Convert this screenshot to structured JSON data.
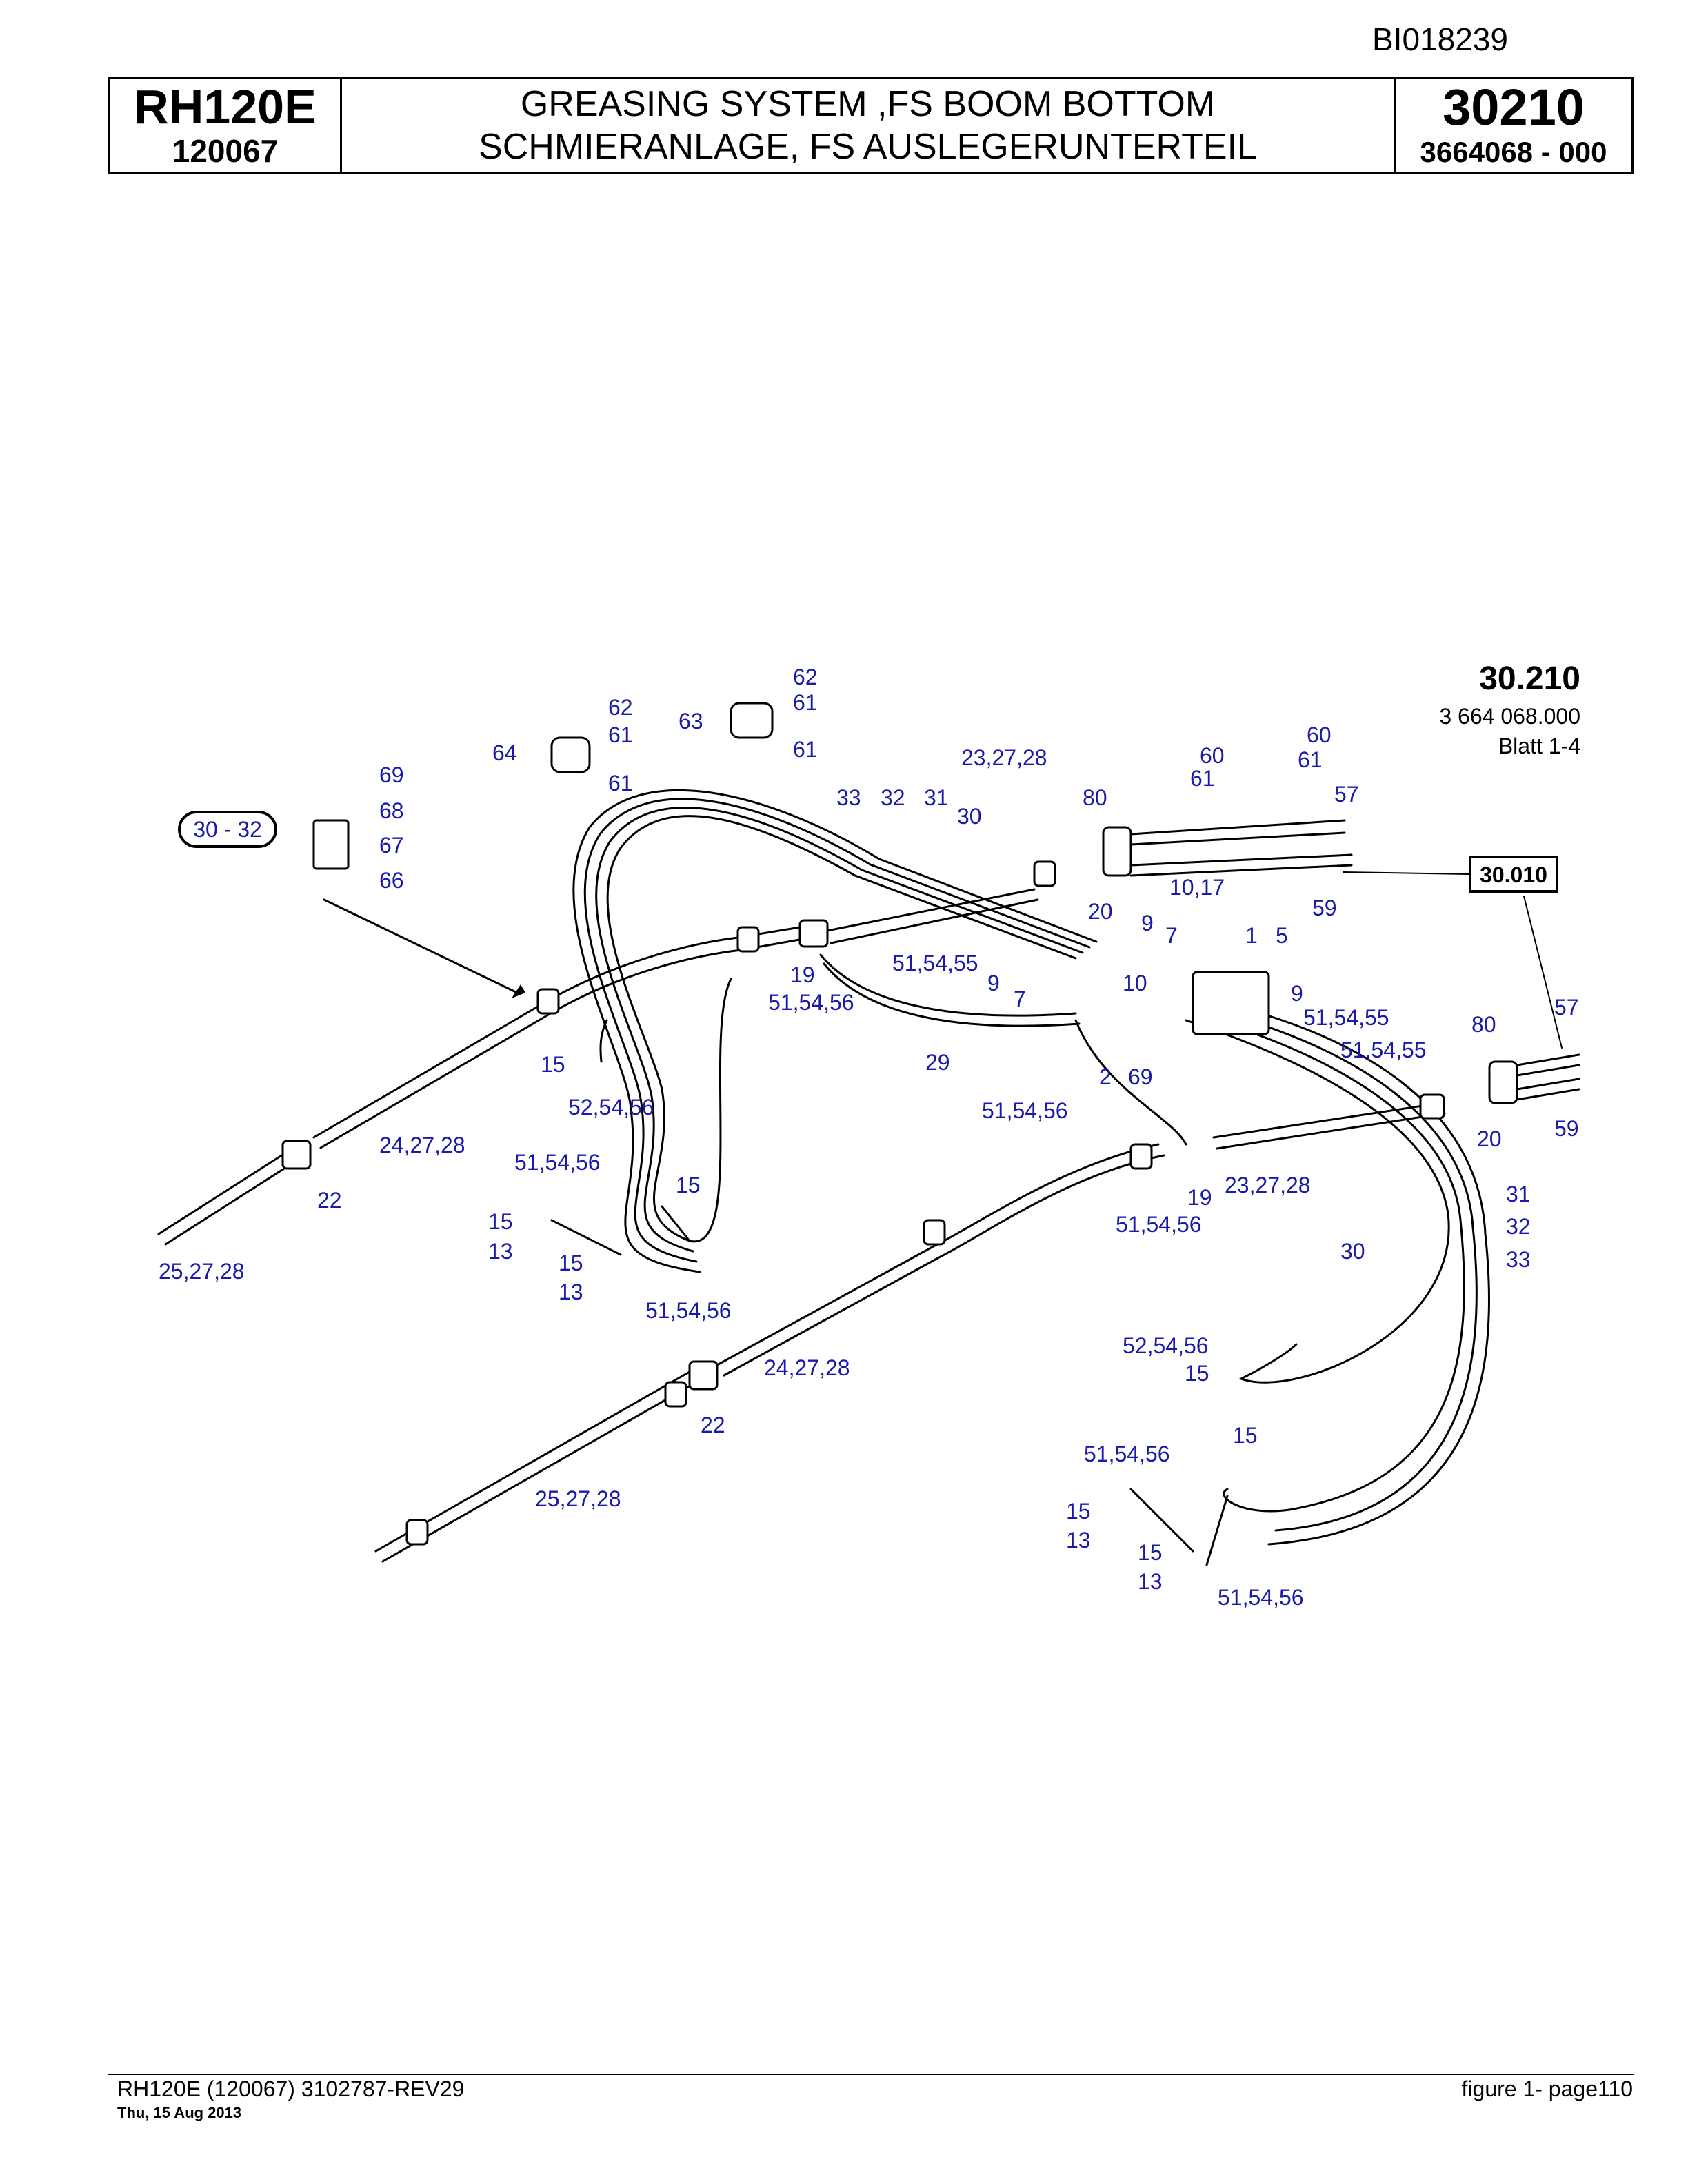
{
  "doc_id": "BI018239",
  "header": {
    "model": "RH120E",
    "serial": "120067",
    "title_en": "GREASING SYSTEM ,FS BOOM BOTTOM",
    "title_de": "SCHMIERANLAGE, FS AUSLEGERUNTERTEIL",
    "figure_no": "30210",
    "part_no": "3664068  - 000"
  },
  "diagram": {
    "fig_label": "30.210",
    "fig_partno": "3 664 068.000",
    "sheet": "Blatt 1-4",
    "ref_box": "30.010",
    "range_box": "30  -  32",
    "callouts": {
      "c62a": "62",
      "c61a": "61",
      "c64": "64",
      "c61b": "61",
      "c62b": "62",
      "c61c": "61",
      "c63": "63",
      "c61d": "61",
      "c69": "69",
      "c68": "68",
      "c67": "67",
      "c66": "66",
      "c60a": "60",
      "c61e": "61",
      "c60b": "60",
      "c61f": "61",
      "c23a": "23,27,28",
      "c80a": "80",
      "c57a": "57",
      "c33a": "33",
      "c32a": "32",
      "c31a": "31",
      "c30a": "30",
      "c20a": "20",
      "c59a": "59",
      "c1017": "10,17",
      "c9a": "9",
      "c7a": "7",
      "c1": "1",
      "c5": "5",
      "c19a": "19",
      "c515455a": "51,54,55",
      "c9b": "9",
      "c7b": "7",
      "c10": "10",
      "c515456a": "51,54,56",
      "c9c": "9",
      "c515455b": "51,54,55",
      "c80b": "80",
      "c57b": "57",
      "c515455c": "51,54,55",
      "c29": "29",
      "c2": "2",
      "c69b": "69",
      "c15a": "15",
      "c525456a": "52,54,56",
      "c515456b": "51,54,56",
      "c20b": "20",
      "c59b": "59",
      "c242728a": "24,27,28",
      "c22a": "22",
      "c515456c": "51,54,56",
      "c19b": "19",
      "c232728b": "23,27,28",
      "c31b": "31",
      "c15b": "15",
      "c13a": "13",
      "c15c": "15",
      "c515456d": "51,54,56",
      "c32b": "32",
      "c30b": "30",
      "c33b": "33",
      "c252728a": "25,27,28",
      "c15d": "15",
      "c13b": "13",
      "c515456e": "51,54,56",
      "c242728b": "24,27,28",
      "c22b": "22",
      "c525456b": "52,54,56",
      "c15e": "15",
      "c515456f": "51,54,56",
      "c15f": "15",
      "c252728b": "25,27,28",
      "c15g": "15",
      "c13c": "13",
      "c15h": "15",
      "c13d": "13",
      "c515456g": "51,54,56"
    }
  },
  "footer": {
    "left": "RH120E (120067) 3102787-REV29",
    "date": "Thu, 15 Aug 2013",
    "right": "figure  1- page110"
  }
}
